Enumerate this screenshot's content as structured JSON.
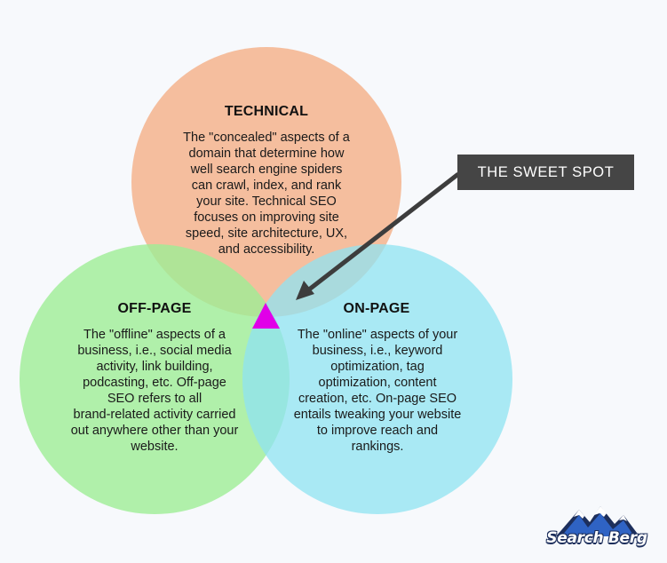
{
  "colors": {
    "technical": "#f5b48d",
    "off_page": "#9ded95",
    "on_page": "#8fe3f2",
    "sweet_spot": "#e100e8",
    "callout_bg": "#454545",
    "arrow": "#3d3d3d"
  },
  "technical": {
    "title": "TECHNICAL",
    "lines": [
      "The \"concealed\" aspects of a",
      "domain that determine how",
      "well search engine spiders",
      "can crawl, index, and rank",
      "your site. Technical SEO",
      "focuses on improving site",
      "speed, site architecture, UX,",
      "and accessibility."
    ]
  },
  "off_page": {
    "title": "OFF-PAGE",
    "lines": [
      "The \"offline\" aspects of a",
      "business, i.e., social media",
      "activity, link building,",
      "podcasting, etc. Off-page",
      "SEO refers to all",
      "brand-related activity carried",
      "out anywhere other than your",
      "website."
    ]
  },
  "on_page": {
    "title": "ON-PAGE",
    "lines": [
      "The \"online\" aspects of your",
      "business, i.e., keyword",
      "optimization, tag",
      "optimization, content",
      "creation, etc. On-page SEO",
      "entails tweaking your website",
      "to improve reach and",
      "rankings."
    ]
  },
  "callout": {
    "label": "THE SWEET SPOT"
  },
  "logo": {
    "text": "Search Berg",
    "icon": "mountain-icon"
  }
}
